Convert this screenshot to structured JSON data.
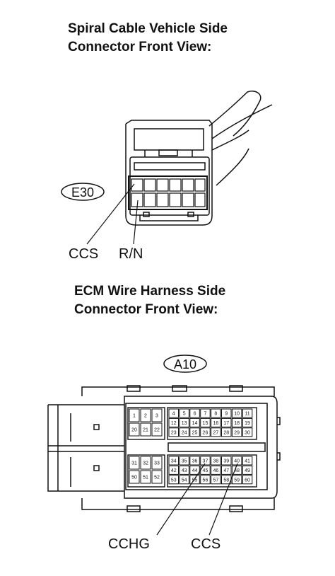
{
  "top_section": {
    "title_line1": "Spiral Cable Vehicle Side",
    "title_line2": "Connector Front View:",
    "connector_id": "E30",
    "labels": {
      "left": "CCS",
      "right": "R/N"
    }
  },
  "bottom_section": {
    "title_line1": "ECM Wire Harness Side",
    "title_line2": "Connector Front View:",
    "connector_id": "A10",
    "labels": {
      "left": "CCHG",
      "right": "CCS"
    },
    "pins": {
      "top_left": [
        "1",
        "2",
        "3",
        "20",
        "21",
        "22"
      ],
      "top_right": [
        "4",
        "5",
        "6",
        "7",
        "8",
        "9",
        "10",
        "11",
        "12",
        "13",
        "14",
        "15",
        "16",
        "17",
        "18",
        "19",
        "23",
        "24",
        "25",
        "26",
        "27",
        "28",
        "29",
        "30"
      ],
      "bottom_left": [
        "31",
        "32",
        "33",
        "50",
        "51",
        "52"
      ],
      "bottom_right": [
        "34",
        "35",
        "36",
        "37",
        "38",
        "39",
        "40",
        "41",
        "42",
        "43",
        "44",
        "45",
        "46",
        "47",
        "48",
        "49",
        "53",
        "54",
        "55",
        "56",
        "57",
        "58",
        "59",
        "60"
      ]
    }
  }
}
